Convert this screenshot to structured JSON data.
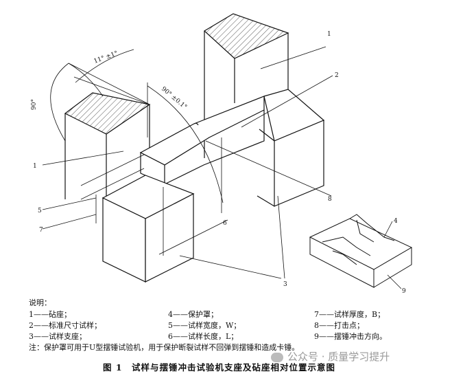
{
  "figure": {
    "callouts": [
      "1",
      "1",
      "2",
      "3",
      "4",
      "5",
      "6",
      "7",
      "8",
      "9"
    ],
    "angles": {
      "top": "11° ±1°",
      "left": "90°",
      "right": "90° ±0.1°"
    }
  },
  "legend": {
    "title": "说明：",
    "items": [
      {
        "num": "1",
        "text": "1——砧座；"
      },
      {
        "num": "2",
        "text": "2——标准尺寸试样；"
      },
      {
        "num": "3",
        "text": "3——试样支座；"
      },
      {
        "num": "4",
        "text": "4——保护罩；"
      },
      {
        "num": "5",
        "text": "5——试样宽度，W；"
      },
      {
        "num": "6",
        "text": "6——试样长度，L；"
      },
      {
        "num": "7",
        "text": "7——试样厚度，B；"
      },
      {
        "num": "8",
        "text": "8——打击点；"
      },
      {
        "num": "9",
        "text": "9——摆锤冲击方向。"
      }
    ],
    "note": "注：保护罩可用于U型摆锤试验机，用于保护断裂试样不回弹到摆锤和造成卡锤。"
  },
  "caption": "图 1　试样与摆锤冲击试验机支座及砧座相对位置示意图",
  "watermark": "公众号 · 质量学习提升"
}
